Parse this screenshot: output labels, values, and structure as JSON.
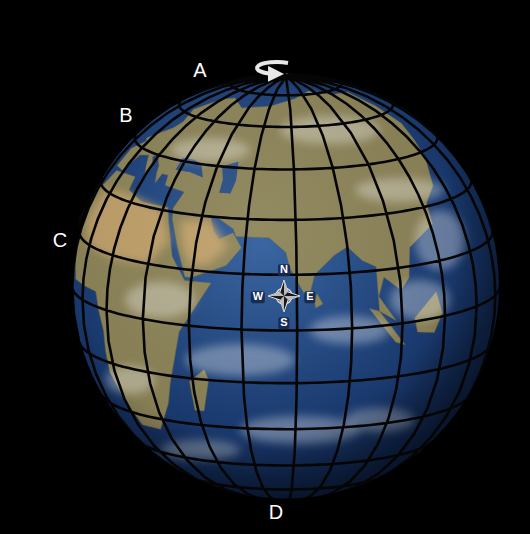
{
  "diagram": {
    "labels": [
      "A",
      "B",
      "C",
      "D",
      "N",
      "W",
      "E",
      "S"
    ]
  }
}
